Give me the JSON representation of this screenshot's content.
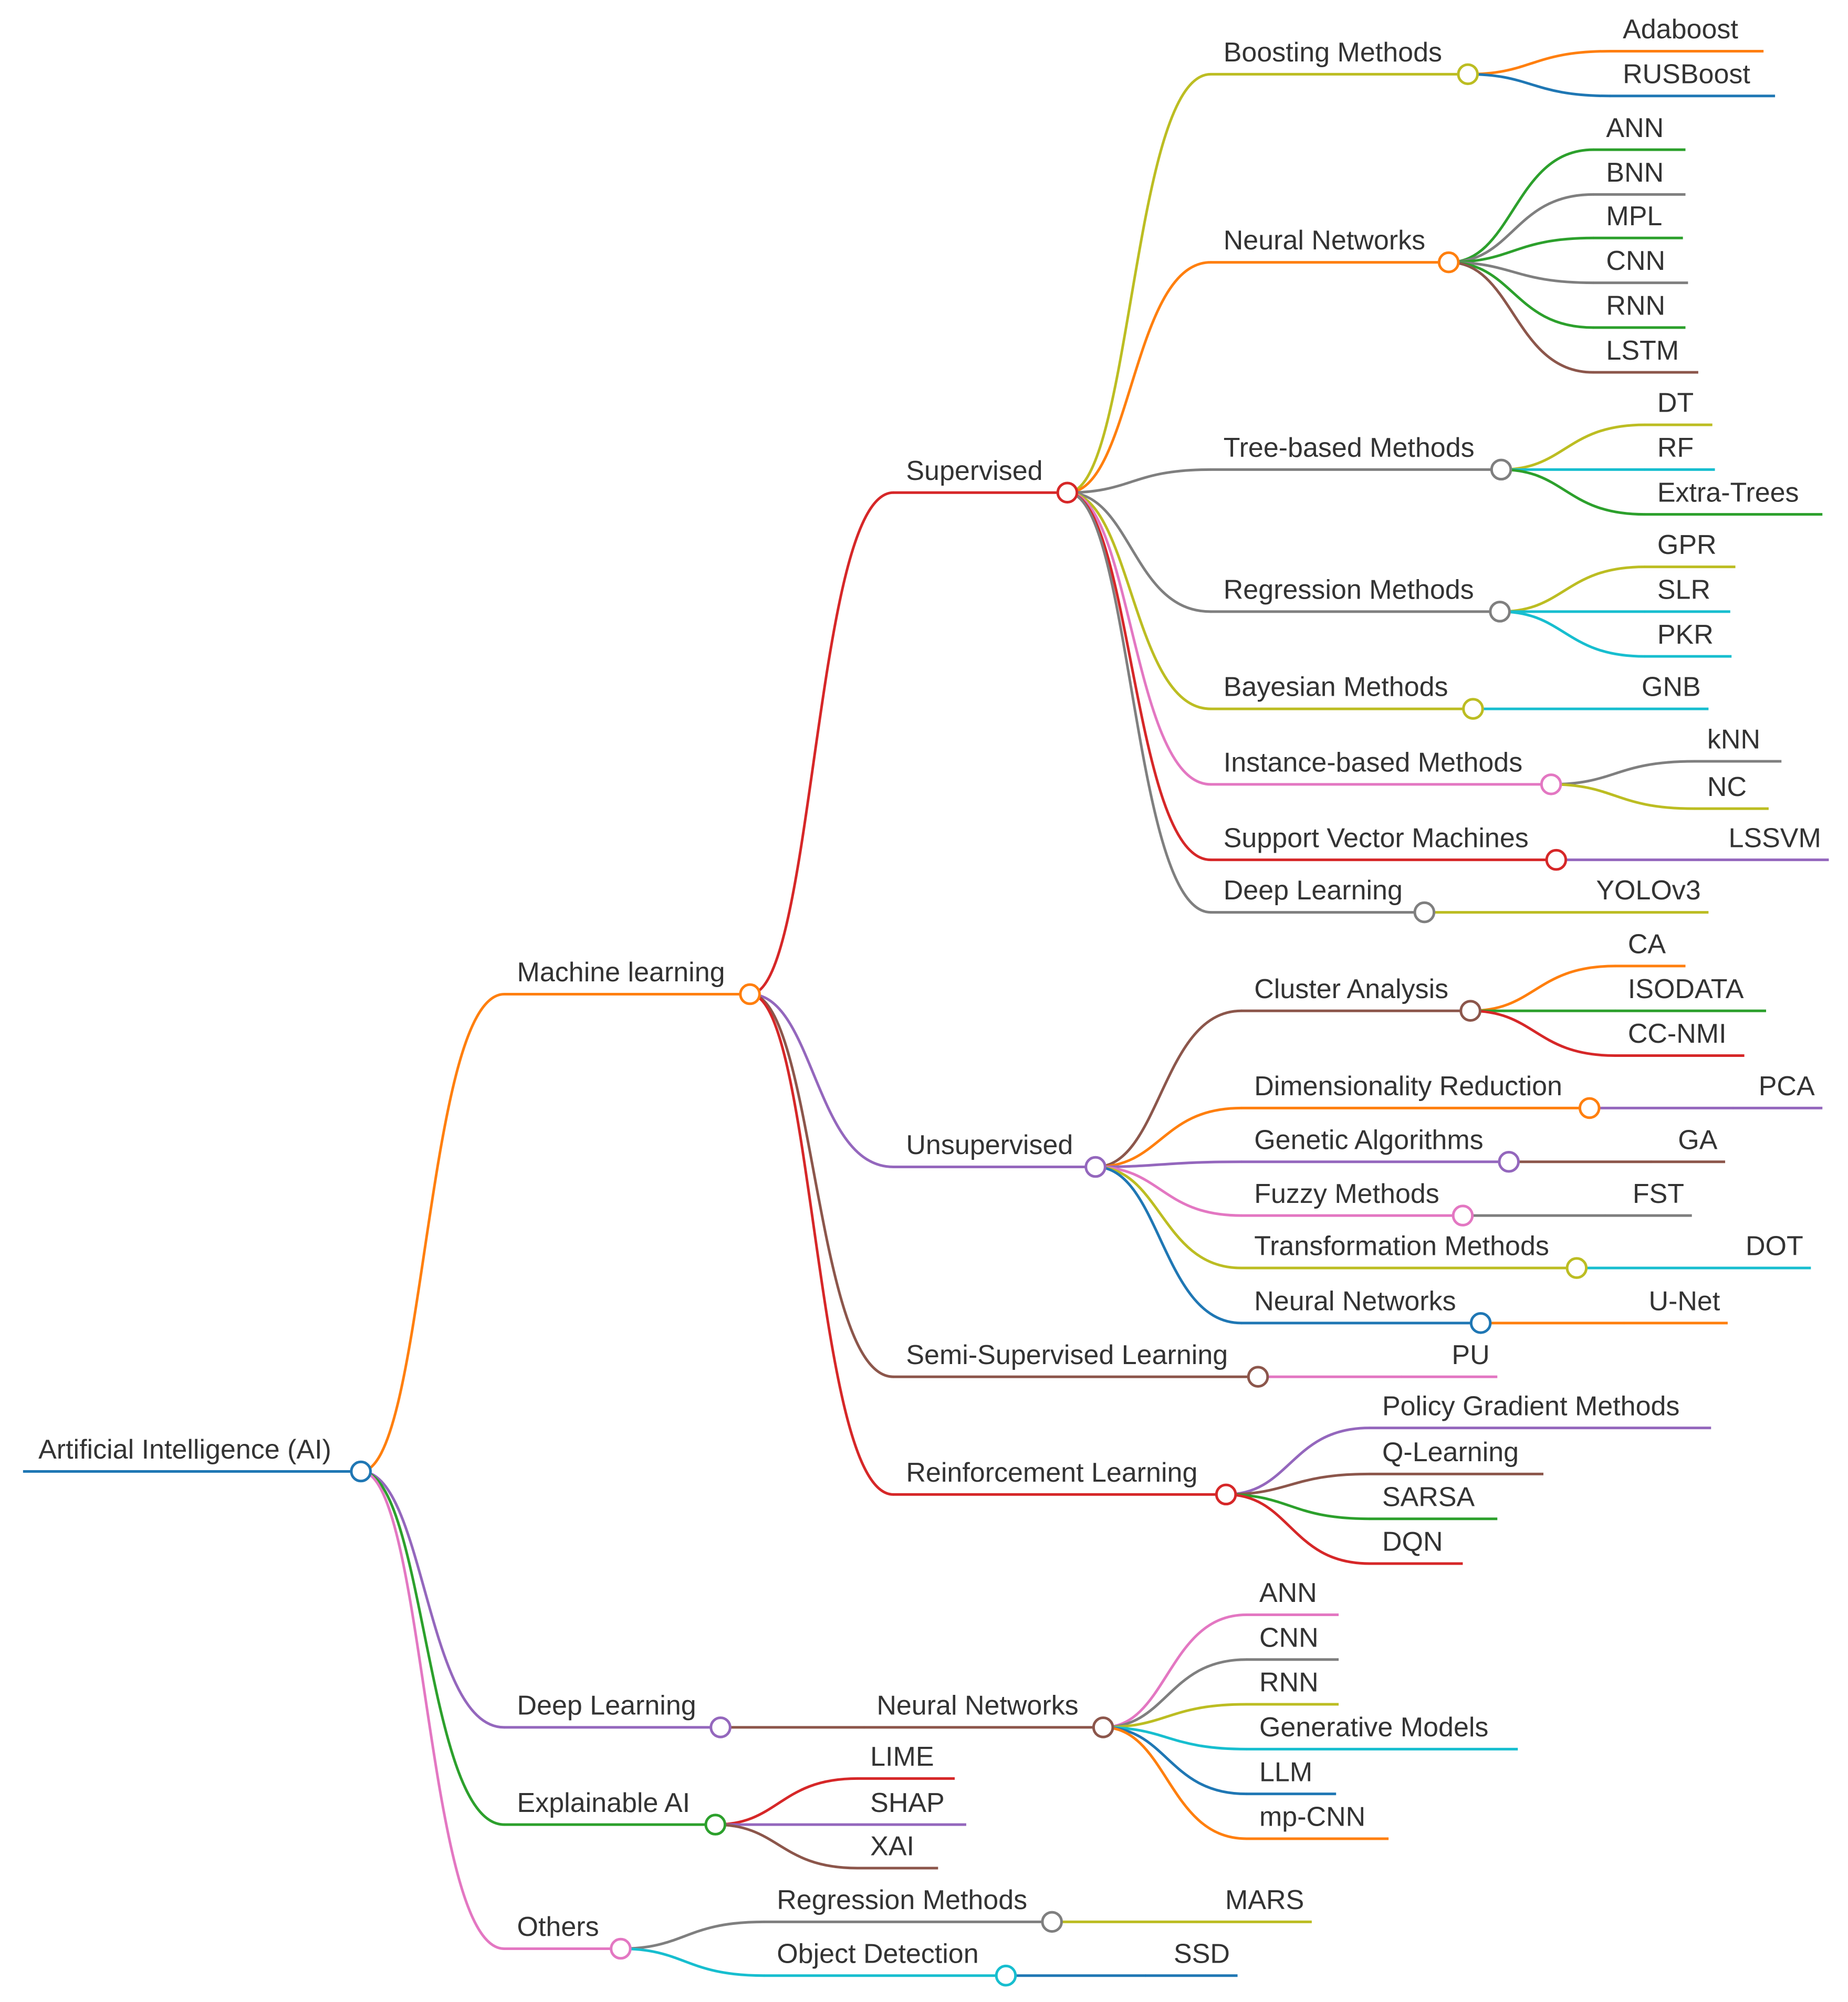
{
  "palette": {
    "blue": "#1f77b4",
    "orange": "#ff7f0e",
    "green": "#2ca02c",
    "red": "#d62728",
    "purple": "#9467bd",
    "brown": "#8c564b",
    "pink": "#e377c2",
    "gray": "#7f7f7f",
    "olive": "#bcbd22",
    "cyan": "#17becf"
  },
  "tree": {
    "id": "ai",
    "label": "Artificial Intelligence (AI)",
    "color": "blue",
    "children": [
      {
        "id": "ml",
        "label": "Machine learning",
        "color": "orange",
        "children": [
          {
            "id": "sup",
            "label": "Supervised",
            "color": "red",
            "children": [
              {
                "id": "boost",
                "label": "Boosting Methods",
                "color": "olive",
                "children": [
                  {
                    "id": "adaboost",
                    "label": "Adaboost",
                    "color": "orange"
                  },
                  {
                    "id": "rusboost",
                    "label": "RUSBoost",
                    "color": "blue"
                  }
                ]
              },
              {
                "id": "nn1",
                "label": "Neural Networks",
                "color": "orange",
                "children": [
                  {
                    "id": "ann1",
                    "label": "ANN",
                    "color": "green"
                  },
                  {
                    "id": "bnn",
                    "label": "BNN",
                    "color": "gray"
                  },
                  {
                    "id": "mpl",
                    "label": "MPL",
                    "color": "green"
                  },
                  {
                    "id": "cnn1",
                    "label": "CNN",
                    "color": "gray"
                  },
                  {
                    "id": "rnn1",
                    "label": "RNN",
                    "color": "green"
                  },
                  {
                    "id": "lstm",
                    "label": "LSTM",
                    "color": "brown"
                  }
                ]
              },
              {
                "id": "tree",
                "label": "Tree-based Methods",
                "color": "gray",
                "children": [
                  {
                    "id": "dt",
                    "label": "DT",
                    "color": "olive"
                  },
                  {
                    "id": "rf",
                    "label": "RF",
                    "color": "cyan"
                  },
                  {
                    "id": "extratrees",
                    "label": "Extra-Trees",
                    "color": "green"
                  }
                ]
              },
              {
                "id": "reg1",
                "label": "Regression Methods",
                "color": "gray",
                "children": [
                  {
                    "id": "gpr",
                    "label": "GPR",
                    "color": "olive"
                  },
                  {
                    "id": "slr",
                    "label": "SLR",
                    "color": "cyan"
                  },
                  {
                    "id": "pkr",
                    "label": "PKR",
                    "color": "cyan"
                  }
                ]
              },
              {
                "id": "bayes",
                "label": "Bayesian Methods",
                "color": "olive",
                "children": [
                  {
                    "id": "gnb",
                    "label": "GNB",
                    "color": "cyan"
                  }
                ]
              },
              {
                "id": "inst",
                "label": "Instance-based Methods",
                "color": "pink",
                "children": [
                  {
                    "id": "knn",
                    "label": "kNN",
                    "color": "gray"
                  },
                  {
                    "id": "nc",
                    "label": "NC",
                    "color": "olive"
                  }
                ]
              },
              {
                "id": "svm",
                "label": "Support Vector Machines",
                "color": "red",
                "children": [
                  {
                    "id": "lssvm",
                    "label": "LSSVM",
                    "color": "purple"
                  }
                ]
              },
              {
                "id": "dl1",
                "label": "Deep Learning",
                "color": "gray",
                "children": [
                  {
                    "id": "yolo",
                    "label": "YOLOv3",
                    "color": "olive"
                  }
                ]
              }
            ]
          },
          {
            "id": "unsup",
            "label": "Unsupervised",
            "color": "purple",
            "children": [
              {
                "id": "cluster",
                "label": "Cluster Analysis",
                "color": "brown",
                "children": [
                  {
                    "id": "ca",
                    "label": "CA",
                    "color": "orange"
                  },
                  {
                    "id": "isodata",
                    "label": "ISODATA",
                    "color": "green"
                  },
                  {
                    "id": "ccnmi",
                    "label": "CC-NMI",
                    "color": "red"
                  }
                ]
              },
              {
                "id": "dimred",
                "label": "Dimensionality Reduction",
                "color": "orange",
                "children": [
                  {
                    "id": "pca",
                    "label": "PCA",
                    "color": "purple"
                  }
                ]
              },
              {
                "id": "genetic",
                "label": "Genetic Algorithms",
                "color": "purple",
                "children": [
                  {
                    "id": "ga",
                    "label": "GA",
                    "color": "brown"
                  }
                ]
              },
              {
                "id": "fuzzy",
                "label": "Fuzzy Methods",
                "color": "pink",
                "children": [
                  {
                    "id": "fst",
                    "label": "FST",
                    "color": "gray"
                  }
                ]
              },
              {
                "id": "transf",
                "label": "Transformation Methods",
                "color": "olive",
                "children": [
                  {
                    "id": "dot",
                    "label": "DOT",
                    "color": "cyan"
                  }
                ]
              },
              {
                "id": "nn2",
                "label": "Neural Networks",
                "color": "blue",
                "children": [
                  {
                    "id": "unet",
                    "label": "U-Net",
                    "color": "orange"
                  }
                ]
              }
            ]
          },
          {
            "id": "semi",
            "label": "Semi-Supervised Learning",
            "color": "brown",
            "children": [
              {
                "id": "pu",
                "label": "PU",
                "color": "pink"
              }
            ]
          },
          {
            "id": "rl",
            "label": "Reinforcement Learning",
            "color": "red",
            "children": [
              {
                "id": "pg",
                "label": "Policy Gradient Methods",
                "color": "purple"
              },
              {
                "id": "ql",
                "label": "Q-Learning",
                "color": "brown"
              },
              {
                "id": "sarsa",
                "label": "SARSA",
                "color": "green"
              },
              {
                "id": "dqn",
                "label": "DQN",
                "color": "red"
              }
            ]
          }
        ]
      },
      {
        "id": "dl",
        "label": "Deep Learning",
        "color": "purple",
        "children": [
          {
            "id": "nn3",
            "label": "Neural Networks",
            "color": "brown",
            "children": [
              {
                "id": "ann2",
                "label": "ANN",
                "color": "pink"
              },
              {
                "id": "cnn2",
                "label": "CNN",
                "color": "gray"
              },
              {
                "id": "rnn2",
                "label": "RNN",
                "color": "olive"
              },
              {
                "id": "genmodels",
                "label": "Generative Models",
                "color": "cyan"
              },
              {
                "id": "llm",
                "label": "LLM",
                "color": "blue"
              },
              {
                "id": "mpcnn",
                "label": "mp-CNN",
                "color": "orange"
              }
            ]
          }
        ]
      },
      {
        "id": "xai",
        "label": "Explainable AI",
        "color": "green",
        "children": [
          {
            "id": "lime",
            "label": "LIME",
            "color": "red"
          },
          {
            "id": "shap",
            "label": "SHAP",
            "color": "purple"
          },
          {
            "id": "xai2",
            "label": "XAI",
            "color": "brown"
          }
        ]
      },
      {
        "id": "others",
        "label": "Others",
        "color": "pink",
        "children": [
          {
            "id": "reg2",
            "label": "Regression Methods",
            "color": "gray",
            "children": [
              {
                "id": "mars",
                "label": "MARS",
                "color": "olive"
              }
            ]
          },
          {
            "id": "objdet",
            "label": "Object Detection",
            "color": "cyan",
            "children": [
              {
                "id": "ssd",
                "label": "SSD",
                "color": "blue"
              }
            ]
          }
        ]
      }
    ]
  }
}
